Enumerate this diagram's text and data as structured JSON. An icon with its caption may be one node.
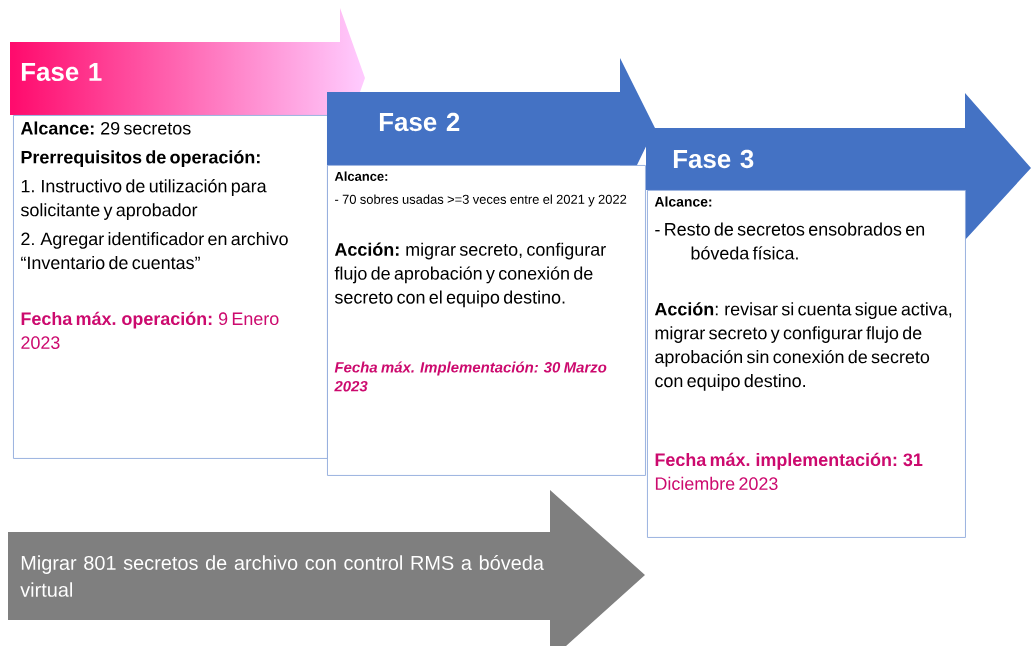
{
  "diagram": {
    "nodes": [
      {
        "text": [
          "Fase 1"
        ]
      },
      {
        "text": [
          "**Alcance:** 29 secretos",
          "Prerrequisitos de operación:",
          "1. Instructivo de utilización para solicitante y aprobador",
          "2. Agregar identificador en archivo “Inventario de cuentas”",
          "**Fecha máx. operación:** 9 Enero 2023"
        ]
      },
      {
        "text": [
          "Fase 2"
        ]
      },
      {
        "text": [
          "Alcance:",
          "- 70 sobres  usadas >=3 veces entre el 2021 y 2022",
          "**Acción:**  migrar secreto, configurar flujo de aprobación y conexión de secreto  con el equipo destino.",
          "Fecha máx. Implementación: 30 Marzo 2023"
        ]
      },
      {
        "text": [
          "Fase 3"
        ]
      },
      {
        "text": [
          "Alcance:",
          "- Resto de secretos ensobrados en bóveda física.",
          "**Acción**: revisar si cuenta sigue activa, migrar secreto y configurar flujo de aprobación sin conexión de secreto con equipo destino.",
          "**Fecha máx. implementación: 31** Diciembre 2023"
        ]
      },
      {
        "text": [
          "Migrar 801 secretos de archivo con control RMS a bóveda virtual"
        ]
      }
    ]
  }
}
